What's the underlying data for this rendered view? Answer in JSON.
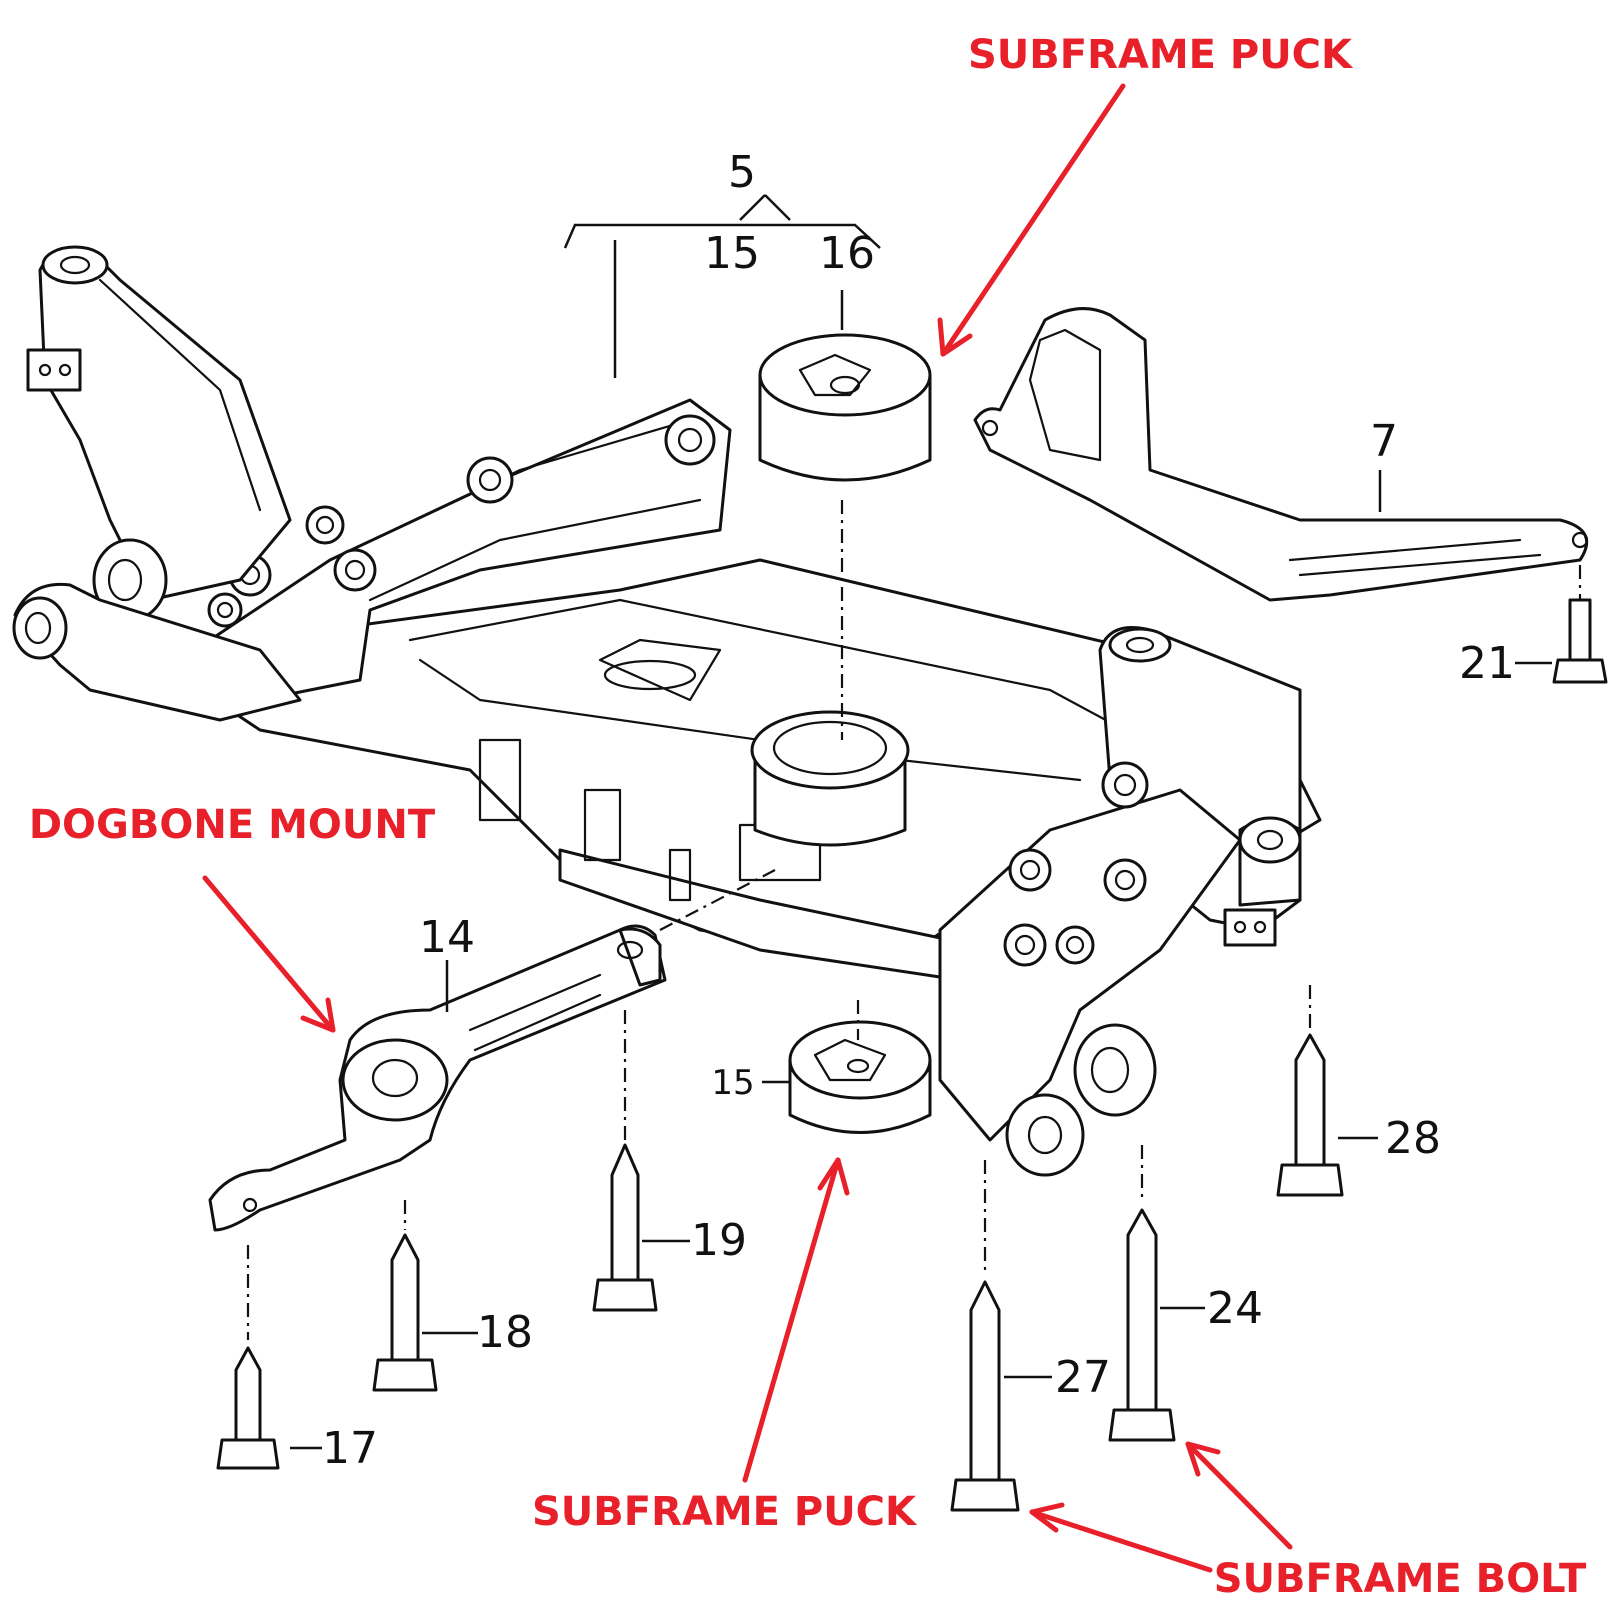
{
  "callouts": {
    "subframe_puck_top": "SUBFRAME PUCK",
    "dogbone_mount": "DOGBONE MOUNT",
    "subframe_puck_bottom": "SUBFRAME PUCK",
    "subframe_bolt": "SUBFRAME BOLT"
  },
  "part_numbers": {
    "p5": "5",
    "p15_top": "15",
    "p16": "16",
    "p7": "7",
    "p21": "21",
    "p14": "14",
    "p15_bottom": "15",
    "p19": "19",
    "p18": "18",
    "p17": "17",
    "p28": "28",
    "p24": "24",
    "p27": "27"
  },
  "colors": {
    "callout": "#e8202a",
    "line": "#111111",
    "background": "#ffffff"
  }
}
